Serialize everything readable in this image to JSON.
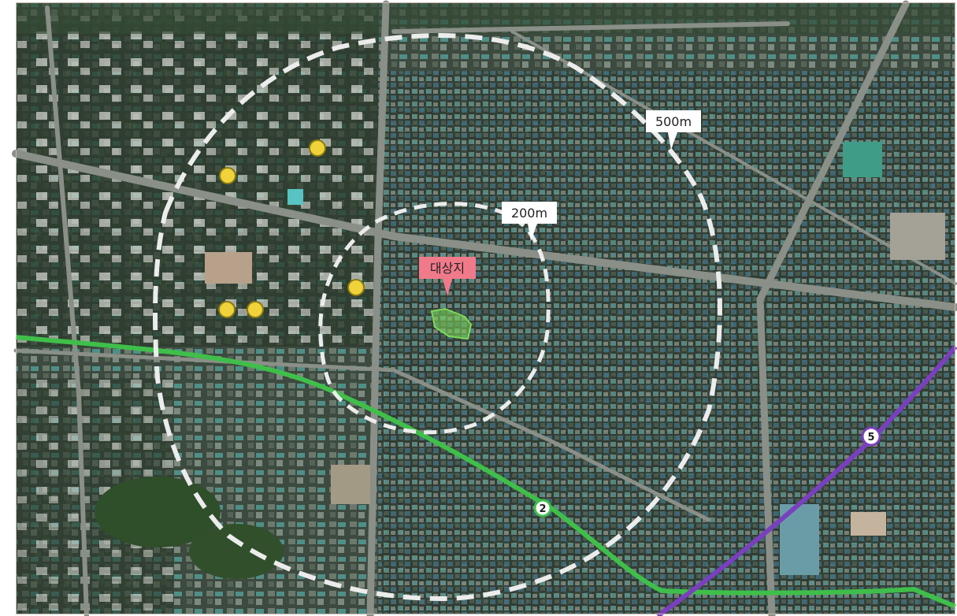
{
  "map": {
    "labels": {
      "ring_500": "500m",
      "ring_200": "200m",
      "site": "대상지"
    },
    "subway": {
      "line2": {
        "number": "2",
        "color": "#3fbf4a"
      },
      "line5": {
        "number": "5",
        "color": "#7a3fbf"
      }
    },
    "markers": {
      "highlight_color": "#f0d23a",
      "site_color": "#7ed957",
      "site_label_bg": "#f07a8a"
    }
  }
}
